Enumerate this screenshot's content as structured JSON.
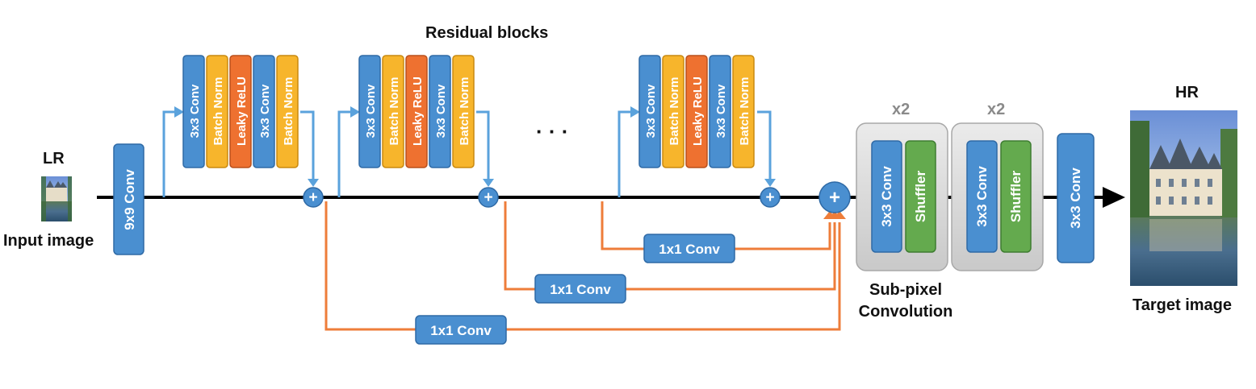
{
  "labels": {
    "title": "Residual blocks",
    "lr": "LR",
    "input_image": "Input image",
    "hr": "HR",
    "target_image": "Target image",
    "subpixel_line1": "Sub-pixel",
    "subpixel_line2": "Convolution",
    "ellipsis": "· · ·",
    "x2": "x2"
  },
  "layers": {
    "first_conv": "9x9 Conv",
    "conv3": "3x3 Conv",
    "batch_norm": "Batch Norm",
    "leaky_relu": "Leaky ReLU",
    "shuffler": "Shuffler",
    "conv1": "1x1 Conv",
    "plus": "+"
  },
  "residual_block_layers": [
    "3x3 Conv",
    "Batch Norm",
    "Leaky ReLU",
    "3x3 Conv",
    "Batch Norm"
  ],
  "colors": {
    "conv": "#4a8fd0",
    "batch_norm": "#f7b52c",
    "leaky_relu": "#ee7130",
    "shuffler": "#64aa4e",
    "skip_line": "#ee7d3a",
    "residual_line": "#5aa2dc",
    "main_line": "#000000",
    "gray_box": "#d6d6d6"
  },
  "icons": {
    "lr_thumbnail": "castle-photo-small",
    "hr_image": "castle-photo-large",
    "arrow": "arrow-right-icon"
  }
}
